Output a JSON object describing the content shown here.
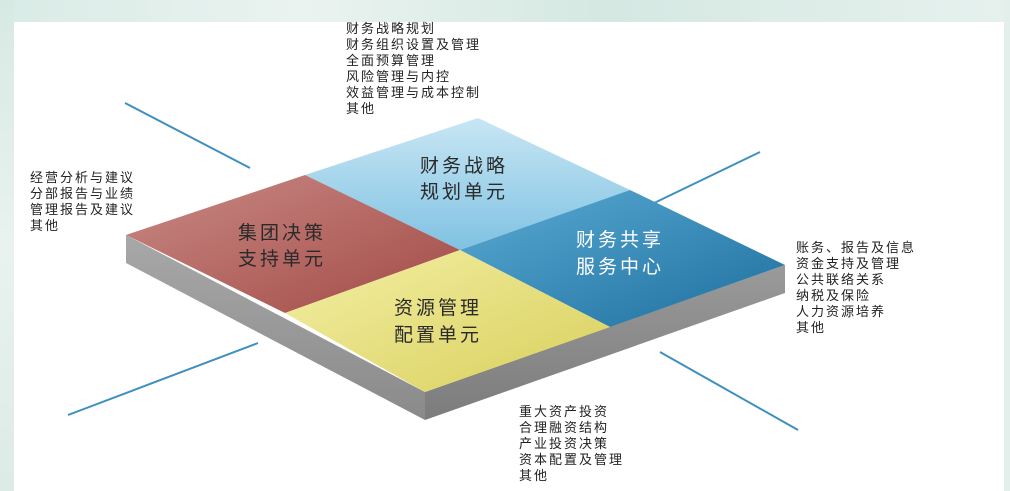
{
  "quadrants": {
    "top": {
      "line1": "财务战略",
      "line2": "规划单元",
      "color": "#8fcbe6"
    },
    "left": {
      "line1": "集团决策",
      "line2": "支持单元",
      "color": "#b8625c"
    },
    "right": {
      "line1": "财务共享",
      "line2": "服务中心",
      "color": "#2f8cbd"
    },
    "bottom": {
      "line1": "资源管理",
      "line2": "配置单元",
      "color": "#e8e07a"
    }
  },
  "notes": {
    "top": [
      "财务战略规划",
      "财务组织设置及管理",
      "全面预算管理",
      "风险管理与内控",
      "效益管理与成本控制",
      "其他"
    ],
    "left": [
      "经营分析与建议",
      "分部报告与业绩",
      "管理报告及建议",
      "其他"
    ],
    "right": [
      "账务、报告及信息",
      "资金支持及管理",
      "公共联络关系",
      "纳税及保险",
      "人力资源培养",
      "其他"
    ],
    "bottom": [
      "重大资产投资",
      "合理融资结构",
      "产业投资决策",
      "资本配置及管理",
      "其他"
    ]
  },
  "colors": {
    "connector_line": "#3f8fbf",
    "slab_side": "#8c8c8c"
  }
}
